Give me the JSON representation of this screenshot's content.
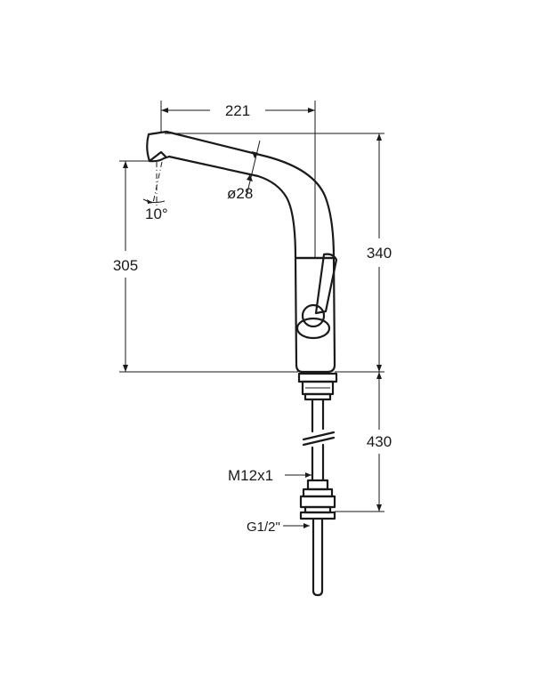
{
  "dimensions": {
    "spout_reach": "221",
    "spout_diameter": "ø28",
    "spout_angle": "10°",
    "outlet_height": "305",
    "total_height": "340",
    "tail_length": "430",
    "thread_hoses": "M12x1",
    "thread_connection": "G1/2\""
  }
}
